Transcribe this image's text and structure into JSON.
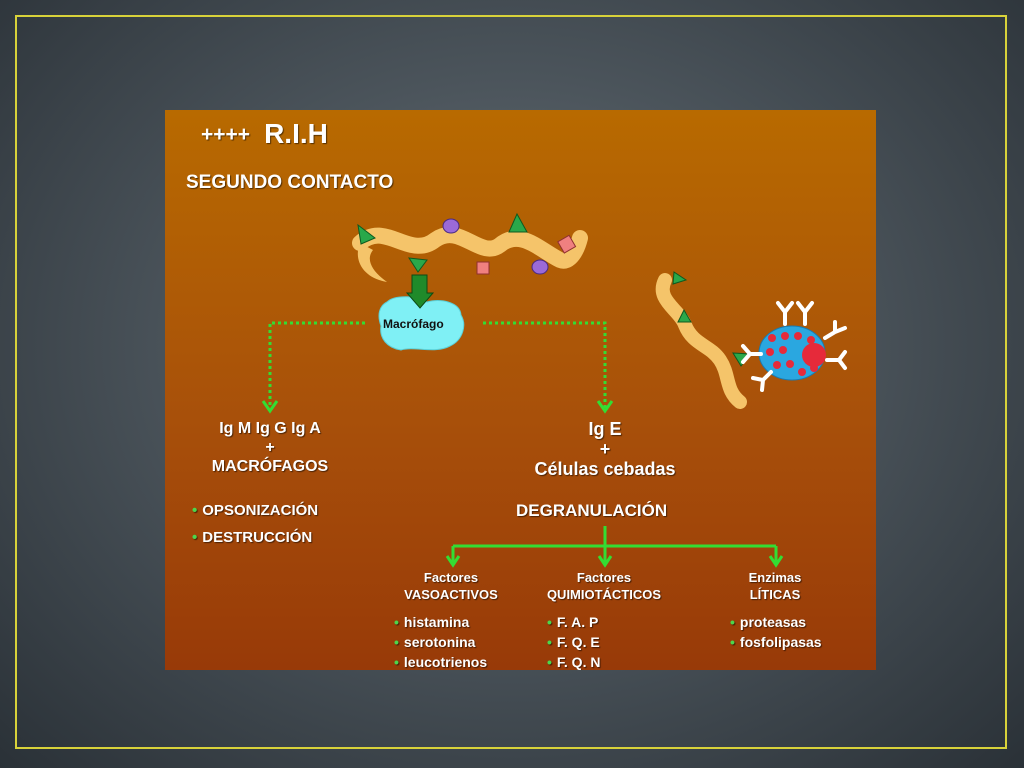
{
  "title": {
    "prefix": "++++",
    "main": "R.I.H"
  },
  "subtitle": "SEGUNDO CONTACTO",
  "macrophage_label": "Macrófago",
  "left_branch": {
    "line1": "Ig M Ig G Ig A",
    "plus": "+",
    "line2": "MACRÓFAGOS",
    "bullets": [
      "OPSONIZACIÓN",
      "DESTRUCCIÓN"
    ]
  },
  "right_branch": {
    "line1": "Ig E",
    "plus": "+",
    "line2": "Células cebadas"
  },
  "degranulation": "DEGRANULACIÓN",
  "columns": [
    {
      "head1": "Factores",
      "head2": "VASOACTIVOS",
      "items": [
        "histamina",
        "serotonina",
        "leucotrienos"
      ]
    },
    {
      "head1": "Factores",
      "head2": "QUIMIOTÁCTICOS",
      "items": [
        "F. A. P",
        "F. Q. E",
        "F. Q. N"
      ]
    },
    {
      "head1": "Enzimas",
      "head2": "LÍTICAS",
      "items": [
        "proteasas",
        "fosfolipasas"
      ]
    }
  ],
  "bullet_glyph": "•",
  "colors": {
    "background": "#b86a00",
    "arrow": "#33dd33",
    "worm": "#f5c46a",
    "macrophage": "#7ff0f5",
    "mast_cell": "#2aa7e0",
    "frame": "#d8d23a"
  }
}
